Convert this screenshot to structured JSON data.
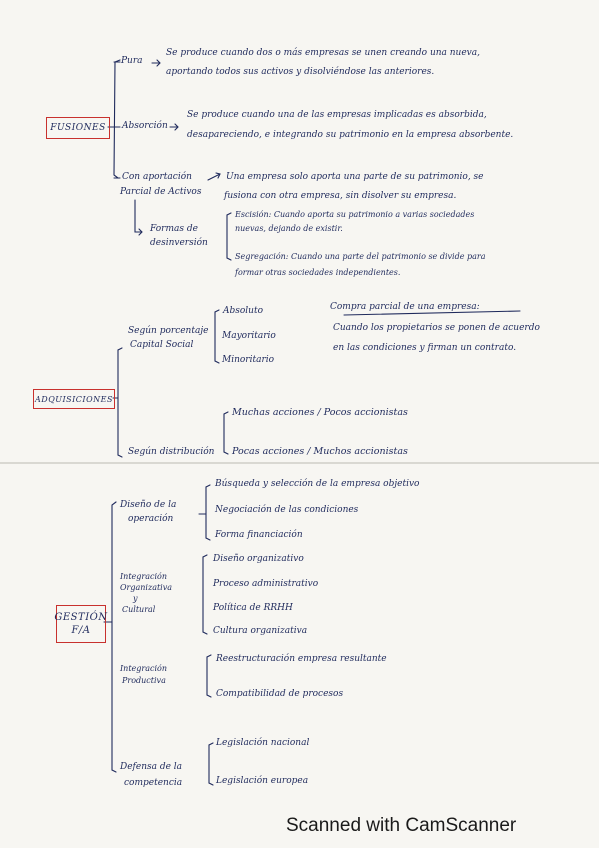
{
  "fusiones": {
    "title": "FUSIONES",
    "pura": {
      "label": "Pura",
      "desc1": "Se produce cuando dos o más empresas se unen creando una nueva,",
      "desc2": "aportando todos sus activos y disolviéndose las anteriores."
    },
    "absorcion": {
      "label": "Absorción",
      "desc1": "Se produce cuando una de las empresas implicadas es absorbida,",
      "desc2": "desapareciendo, e integrando su patrimonio en la empresa absorbente."
    },
    "aportacion": {
      "label1": "Con aportación",
      "label2": "Parcial de Activos",
      "desc1": "Una empresa solo aporta una parte de su patrimonio, se",
      "desc2": "fusiona con otra empresa, sin disolver su empresa.",
      "formas_label1": "Formas de",
      "formas_label2": "desinversión",
      "escision1": "Escisión: Cuando aporta su patrimonio a varias sociedades",
      "escision2": "nuevas, dejando de existir.",
      "segregacion1": "Segregación: Cuando una parte del patrimonio se divide para",
      "segregacion2": "formar otras sociedades independientes."
    }
  },
  "adquisiciones": {
    "title": "ADQUISICIONES",
    "segun_porcentaje1": "Según porcentaje",
    "segun_porcentaje2": "Capital Social",
    "absoluto": "Absoluto",
    "mayoritario": "Mayoritario",
    "minoritario": "Minoritario",
    "nota_title": "Compra parcial de una empresa:",
    "nota1": "Cuando los propietarios se ponen de acuerdo",
    "nota2": "en las condiciones y firman un contrato.",
    "segun_distribucion": "Según distribución",
    "muchos_pocos": "Muchas acciones / Pocos accionistas",
    "pocas_muchos": "Pocas acciones / Muchos accionistas"
  },
  "gestion": {
    "title1": "GESTIÓN",
    "title2": "F/A",
    "diseno_op1": "Diseño de la",
    "diseno_op2": "operación",
    "busqueda": "Búsqueda y selección de la empresa objetivo",
    "negociacion": "Negociación de las condiciones",
    "forma_fin": "Forma financiación",
    "integracion_org1": "Integración",
    "integracion_org2": "Organizativa",
    "integracion_org3": "y",
    "integracion_org4": "Cultural",
    "diseno_org": "Diseño organizativo",
    "proceso_adm": "Proceso administrativo",
    "politica": "Política de RRHH",
    "cultura": "Cultura organizativa",
    "integracion_prod1": "Integración",
    "integracion_prod2": "Productiva",
    "reestructuracion": "Reestructuración empresa resultante",
    "compatibilidad": "Compatibilidad de procesos",
    "defensa1": "Defensa de la",
    "defensa2": "competencia",
    "leg_nacional": "Legislación nacional",
    "leg_europea": "Legislación europea"
  },
  "footer": "Scanned with CamScanner",
  "colors": {
    "ink": "#1f2a5c",
    "box_border": "#c8312e",
    "paper": "#f7f6f2"
  }
}
